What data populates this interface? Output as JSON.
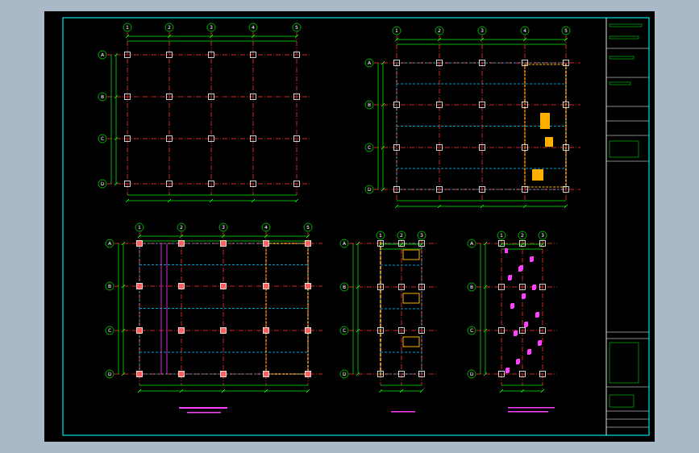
{
  "diagram": {
    "labels": [
      "1",
      "2",
      "3",
      "4",
      "5",
      "A",
      "B",
      "C",
      "D",
      "1",
      "2",
      "3",
      "4",
      "5",
      "A",
      "B",
      "C",
      "D",
      "1",
      "2",
      "3",
      "4",
      "5",
      "A",
      "B",
      "C",
      "D",
      "1",
      "2",
      "3",
      "A",
      "B",
      "C",
      "D",
      "1",
      "2",
      "3",
      "A",
      "B",
      "C",
      "D"
    ]
  }
}
